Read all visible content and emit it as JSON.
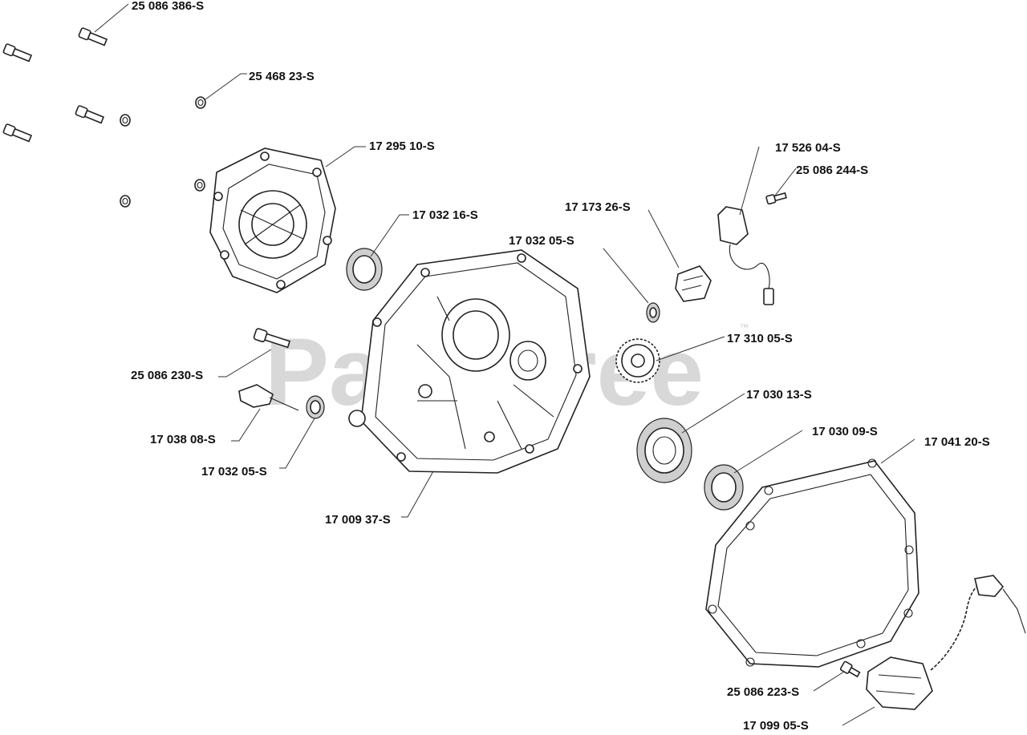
{
  "watermark": {
    "text": "PartsTree",
    "trademark": "™"
  },
  "callouts": {
    "c1": "25 086 386-S",
    "c2": "25 468 23-S",
    "c3": "17 295 10-S",
    "c4": "17 032 16-S",
    "c5": "17 032 05-S",
    "c6": "17 173 26-S",
    "c7": "17 526 04-S",
    "c8": "25 086 244-S",
    "c9": "17 310 05-S",
    "c10": "17 030 13-S",
    "c11": "25 086 230-S",
    "c12": "17 038 08-S",
    "c13": "17 032 05-S",
    "c14": "17 030 09-S",
    "c15": "17 041 20-S",
    "c16": "17 009 37-S",
    "c17": "25 086 223-S",
    "c18": "17 099 05-S"
  }
}
